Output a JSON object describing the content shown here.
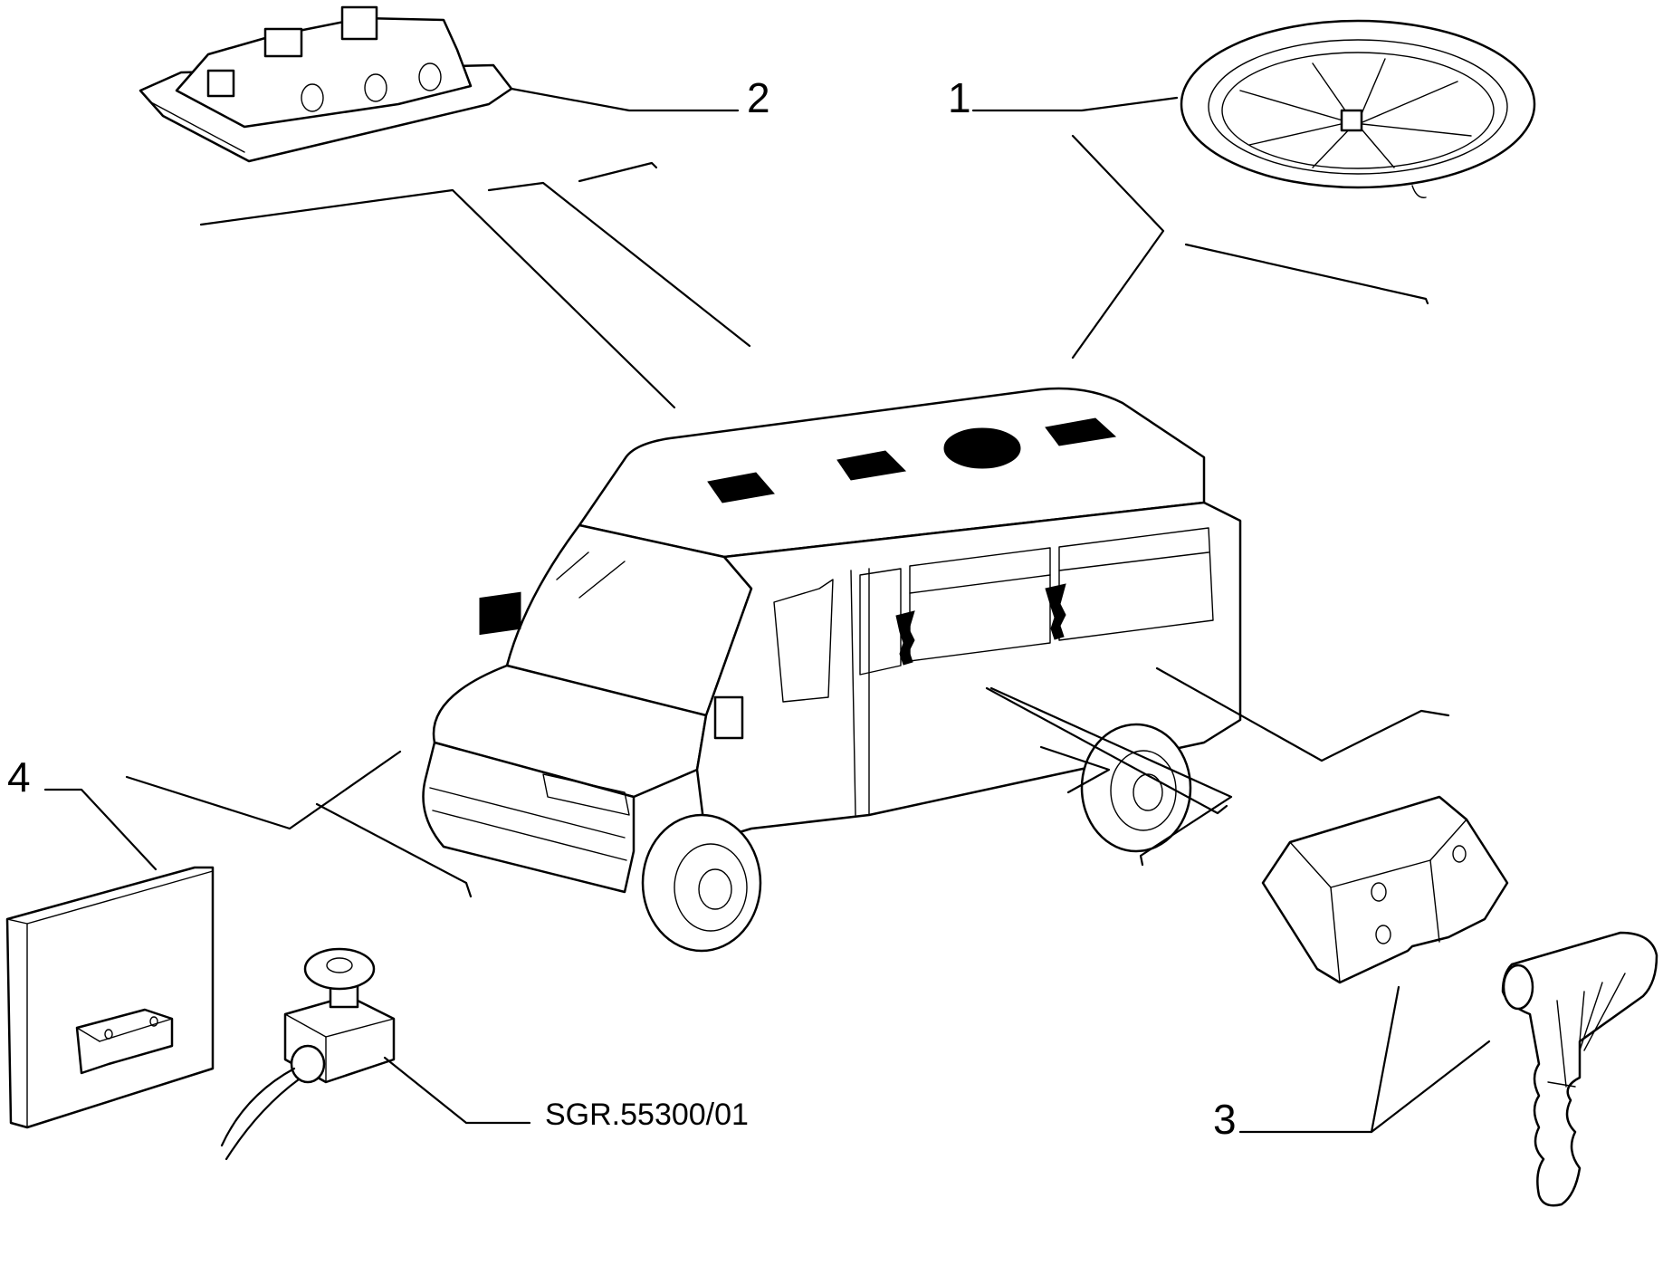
{
  "callouts": {
    "c1": "1",
    "c2": "2",
    "c3": "3",
    "c4": "4"
  },
  "drawing_code": "SGR.55300/01",
  "icons": [
    "van-illustration",
    "roof-vent-illustration",
    "roof-light-illustration",
    "window-latch-illustration",
    "latch-bracket-illustration",
    "panel-bracket-illustration",
    "switch-connector-illustration"
  ]
}
